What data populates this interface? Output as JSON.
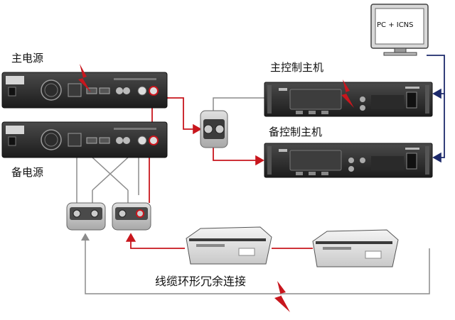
{
  "labels": {
    "main_power": "主电源",
    "backup_power": "备电源",
    "main_controller": "主控制主机",
    "backup_controller": "备控制主机",
    "pc_screen": "PC + ICNS",
    "ring_caption": "线缆环形冗余连接"
  },
  "colors": {
    "red_cable": "#c8161d",
    "gray_cable": "#8c8c8c",
    "navy_cable": "#1d2a6b",
    "device_dark": "#2a2a2a",
    "device_light": "#e8e8e8"
  }
}
